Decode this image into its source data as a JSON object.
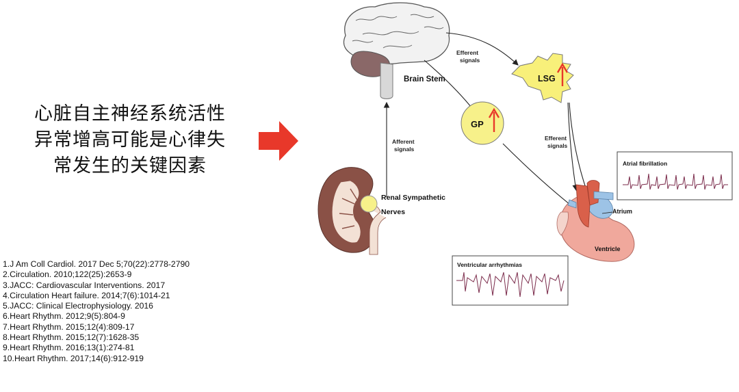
{
  "headline": {
    "line1": "心脏自主神经系统活性",
    "line2": "异常增高可能是心律失",
    "line3": "常发生的关键因素"
  },
  "references": [
    "1.J Am Coll Cardiol. 2017 Dec 5;70(22):2778-2790",
    "2.Circulation. 2010;122(25):2653-9",
    "3.JACC: Cardiovascular Interventions. 2017",
    "4.Circulation Heart failure. 2014;7(6):1014-21",
    "5.JACC: Clinical Electrophysiology. 2016",
    "6.Heart Rhythm. 2012;9(5):804-9",
    "7.Heart Rhythm. 2015;12(4):809-17",
    "8.Heart Rhythm. 2015;12(7):1628-35",
    "9.Heart Rhythm. 2016;13(1):274-81",
    "10.Heart Rhythm. 2017;14(6):912-919"
  ],
  "diagram": {
    "brain_stem": "Brain Stem",
    "efferent_top_1": "Efferent",
    "efferent_top_2": "signals",
    "lsg": "LSG",
    "gp": "GP",
    "afferent_1": "Afferent",
    "afferent_2": "signals",
    "efferent_right_1": "Efferent",
    "efferent_right_2": "signals",
    "renal_1": "Renal Sympathetic",
    "renal_2": "Nerves",
    "atrium": "Atrium",
    "ventricle": "Ventricle",
    "atrial_fibrillation": "Atrial fibrillation",
    "ventricular_arrhythmias": "Ventricular arrhythmias"
  },
  "colors": {
    "accent_red": "#e8382a",
    "gp_fill": "#f7f18a",
    "lsg_fill": "#f8f07a",
    "kidney": "#8a5146",
    "heart_pink": "#f0a89c",
    "atrium_blue": "#9dc3e6",
    "aorta_red": "#d9604a"
  }
}
